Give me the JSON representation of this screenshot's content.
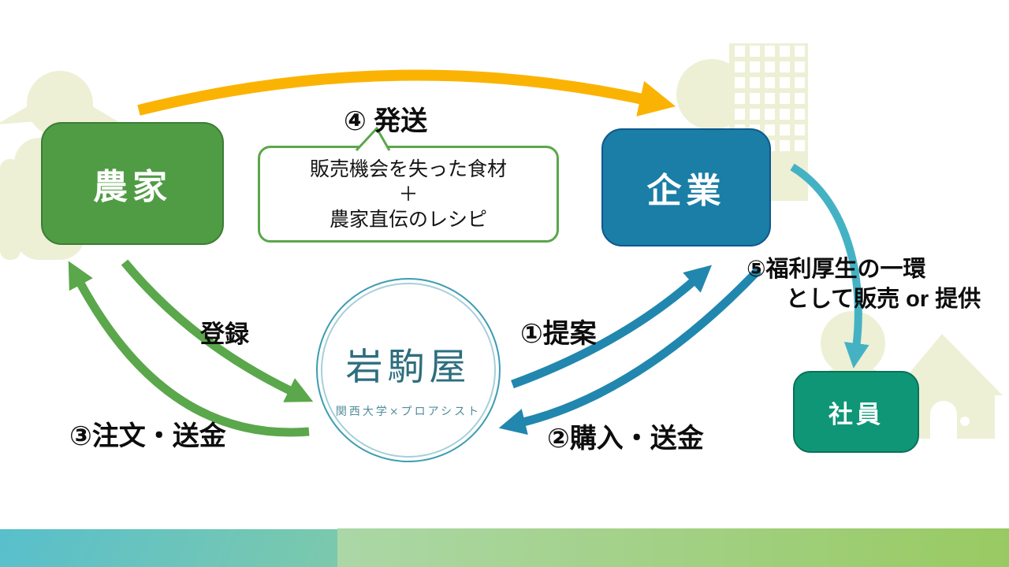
{
  "slide": {
    "nodes": {
      "farmer": {
        "label": "農家",
        "color": "#4F9C44"
      },
      "company": {
        "label": "企業",
        "color": "#1A7EA7"
      },
      "employee": {
        "label": "社員",
        "color": "#0F9677"
      }
    },
    "logo": {
      "title": "岩駒屋",
      "subtitle": "関西大学×プロアシスト"
    },
    "callout": {
      "line1": "販売機会を失った食材",
      "line2": "＋",
      "line3": "農家直伝のレシピ"
    },
    "flows": {
      "shipping": {
        "label": "④ 発送",
        "color": "#FBB303"
      },
      "register": {
        "label": "登録",
        "color": "#5BA74C"
      },
      "order_payment": {
        "label": "③注文・送金",
        "color": "#5BA74C"
      },
      "proposal": {
        "label": "①提案",
        "color": "#2187AE"
      },
      "purchase_payment": {
        "label": "②購入・送金",
        "color": "#2187AE"
      },
      "welfare": {
        "line1": "⑤福利厚生の一環",
        "line2": "として販売 or 提供",
        "color": "#45B2C4"
      }
    }
  }
}
